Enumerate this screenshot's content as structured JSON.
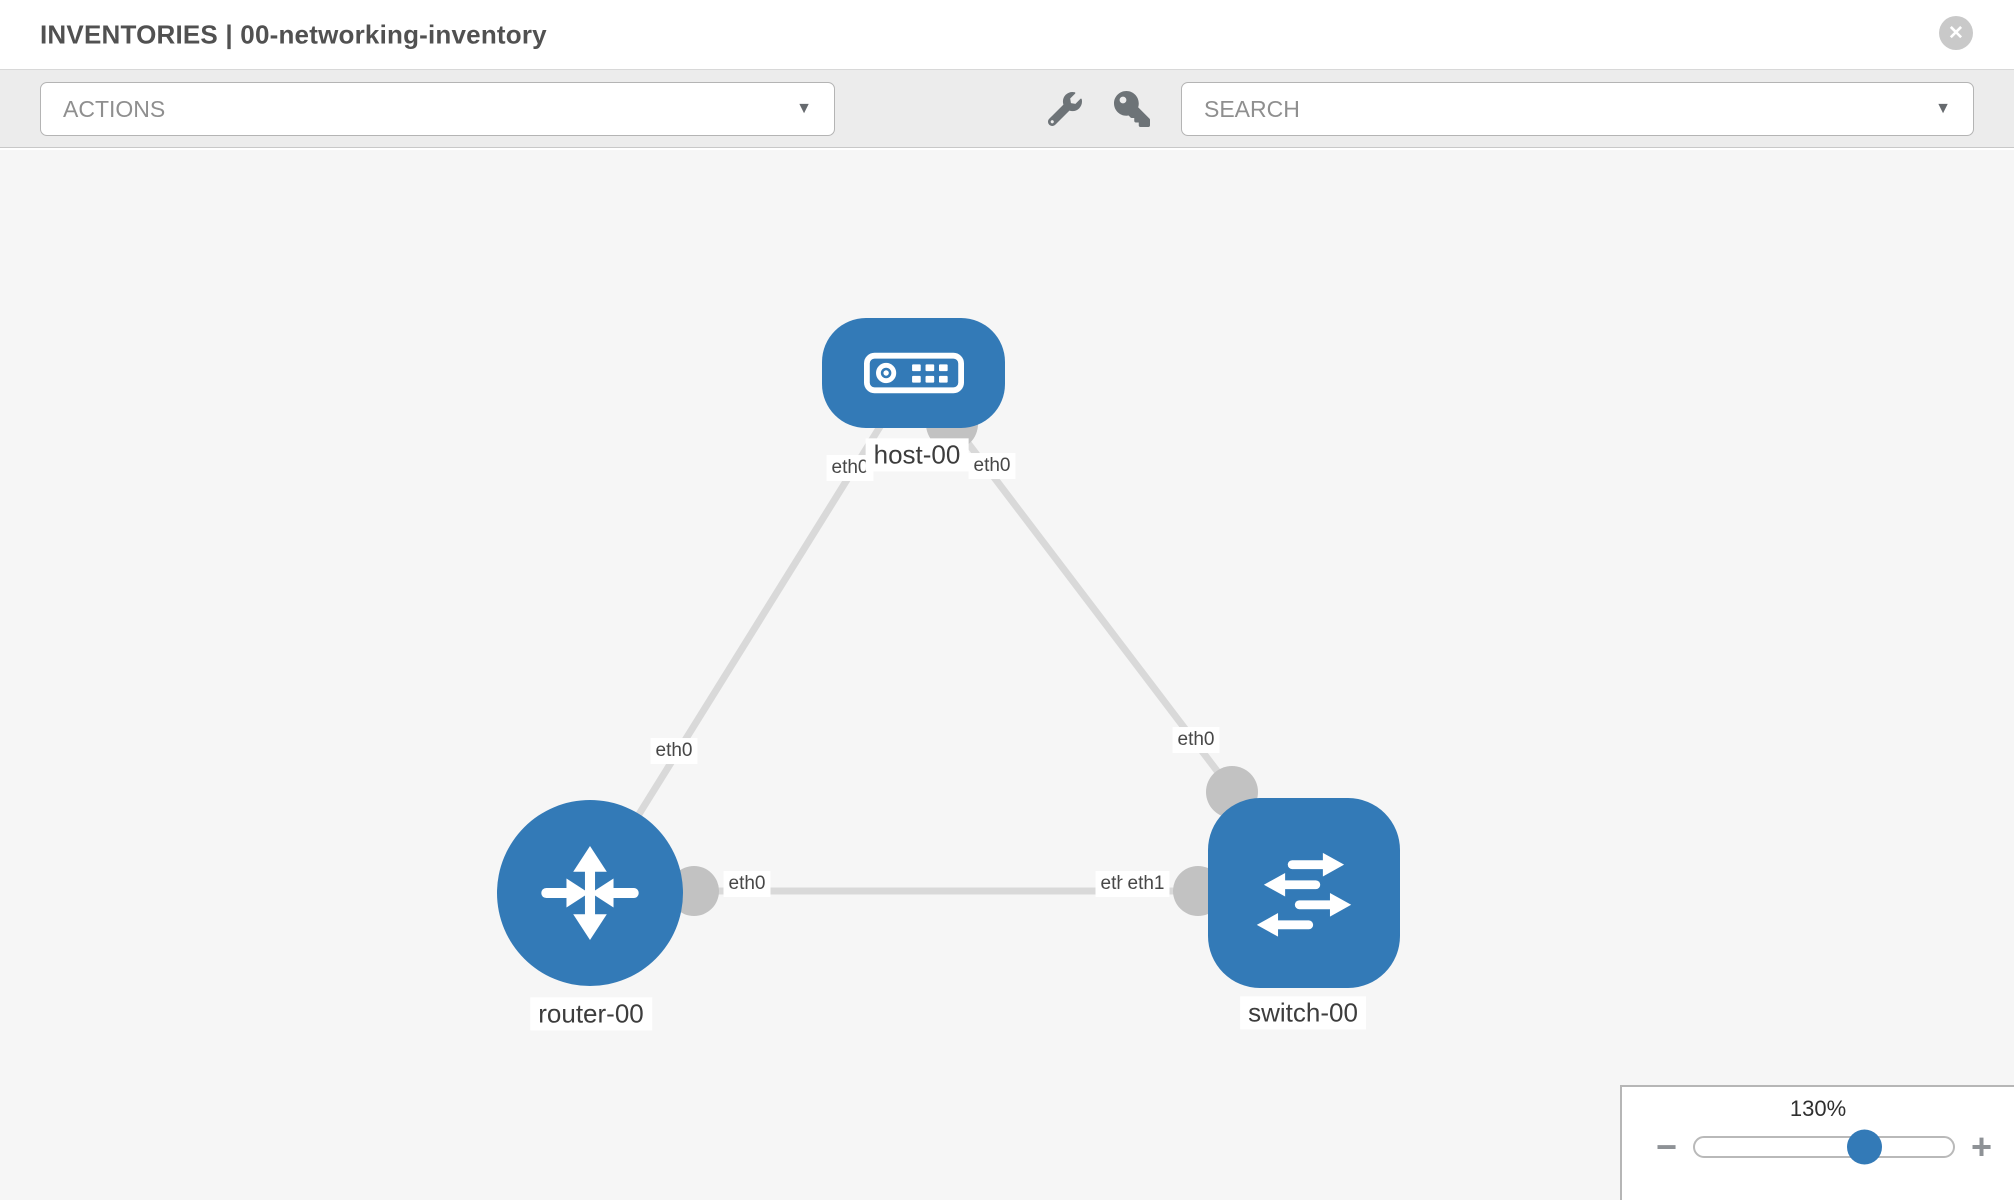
{
  "header": {
    "title": "INVENTORIES | 00-networking-inventory",
    "close_label": "✕"
  },
  "toolbar": {
    "actions_label": "ACTIONS",
    "actions_caret": "▼",
    "search_label": "SEARCH",
    "search_caret": "▼",
    "icons": [
      "wrench-icon",
      "key-icon"
    ]
  },
  "topology": {
    "nodes": {
      "host": {
        "label": "host-00",
        "type": "host",
        "icon": "server-icon"
      },
      "router": {
        "label": "router-00",
        "type": "router",
        "icon": "router-arrows-icon"
      },
      "switch": {
        "label": "switch-00",
        "type": "switch",
        "icon": "switch-arrows-icon"
      }
    },
    "links": [
      {
        "from": "host-00",
        "to": "router-00",
        "from_if": "eth0",
        "to_if": "eth0"
      },
      {
        "from": "host-00",
        "to": "switch-00",
        "from_if": "eth0",
        "to_if": "eth0"
      },
      {
        "from": "router-00",
        "to": "switch-00",
        "from_if": "eth0",
        "to_if": "eth1"
      }
    ],
    "if_labels": {
      "host_router_host": "eth0",
      "host_switch_host": "eth0",
      "host_router_router": "eth0",
      "host_switch_switch": "eth0",
      "router_switch_router": "eth0",
      "router_switch_switch_back": "eth0",
      "router_switch_switch": "eth1"
    }
  },
  "zoom_widget": {
    "level": "130%",
    "minus_label": "−",
    "plus_label": "+"
  },
  "colors": {
    "node_blue": "#337ab7",
    "edge_gray": "#d9d9d9",
    "interface_gray": "#c2c2c2",
    "canvas_bg": "#f6f6f6",
    "toolbar_bg": "#ececec"
  }
}
